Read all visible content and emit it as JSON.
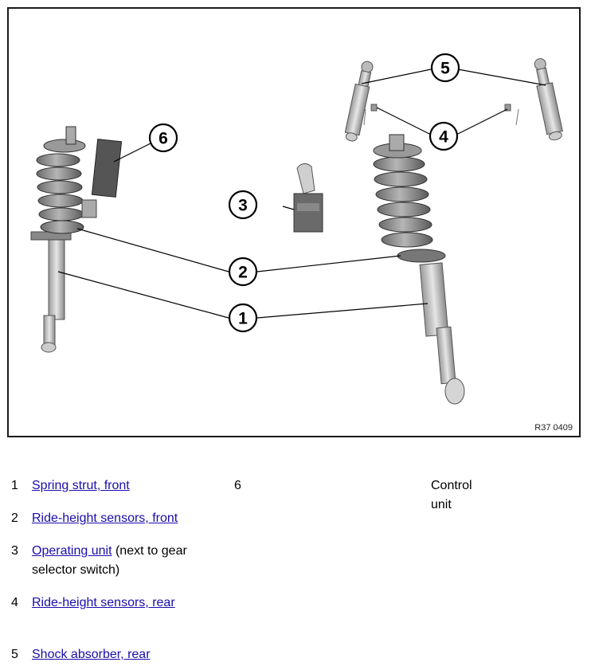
{
  "figure": {
    "reference": "R37 0409",
    "callouts": [
      "1",
      "2",
      "3",
      "4",
      "5",
      "6"
    ]
  },
  "legend": {
    "items": [
      {
        "number": "1",
        "link": "Spring strut, front",
        "suffix": ""
      },
      {
        "number": "2",
        "link": "Ride-height sensors, front",
        "suffix": ""
      },
      {
        "number": "3",
        "link": "Operating unit",
        "suffix": " (next to gear selector switch)"
      },
      {
        "number": "4",
        "link": "Ride-height sensors, rear",
        "suffix": ""
      },
      {
        "number": "5",
        "link": "Shock absorber, rear",
        "suffix": ""
      }
    ],
    "item6": {
      "number": "6",
      "text": "Control unit"
    }
  }
}
